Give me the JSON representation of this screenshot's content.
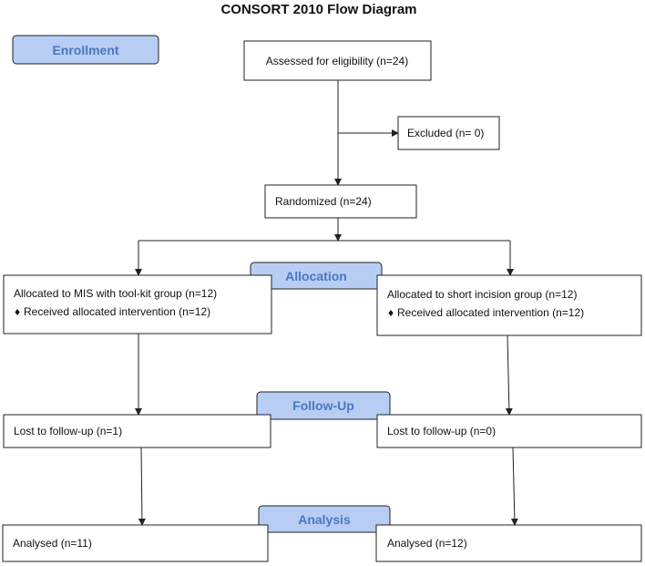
{
  "title": "CONSORT 2010 Flow Diagram",
  "colors": {
    "stage_fill": "#b7cdf4",
    "stage_text": "#4a78c0",
    "line": "#222222"
  },
  "stages": {
    "enrollment": "Enrollment",
    "allocation": "Allocation",
    "follow_up": "Follow-Up",
    "analysis": "Analysis"
  },
  "boxes": {
    "assessed": "Assessed for eligibility (n=24)",
    "excluded": "Excluded (n= 0)",
    "randomized": "Randomized (n=24)",
    "alloc_left_title": "Allocated to MIS with tool-kit group (n=12)",
    "alloc_left_item": "Received allocated intervention (n=12)",
    "alloc_right_title": "Allocated to short incision group (n=12)",
    "alloc_right_item": "Received allocated intervention (n=12)",
    "followup_left": "Lost to follow-up (n=1)",
    "followup_right": "Lost to follow-up (n=0)",
    "analysis_left": "Analysed (n=11)",
    "analysis_right": "Analysed (n=12)"
  },
  "bullet_glyph": "♦"
}
